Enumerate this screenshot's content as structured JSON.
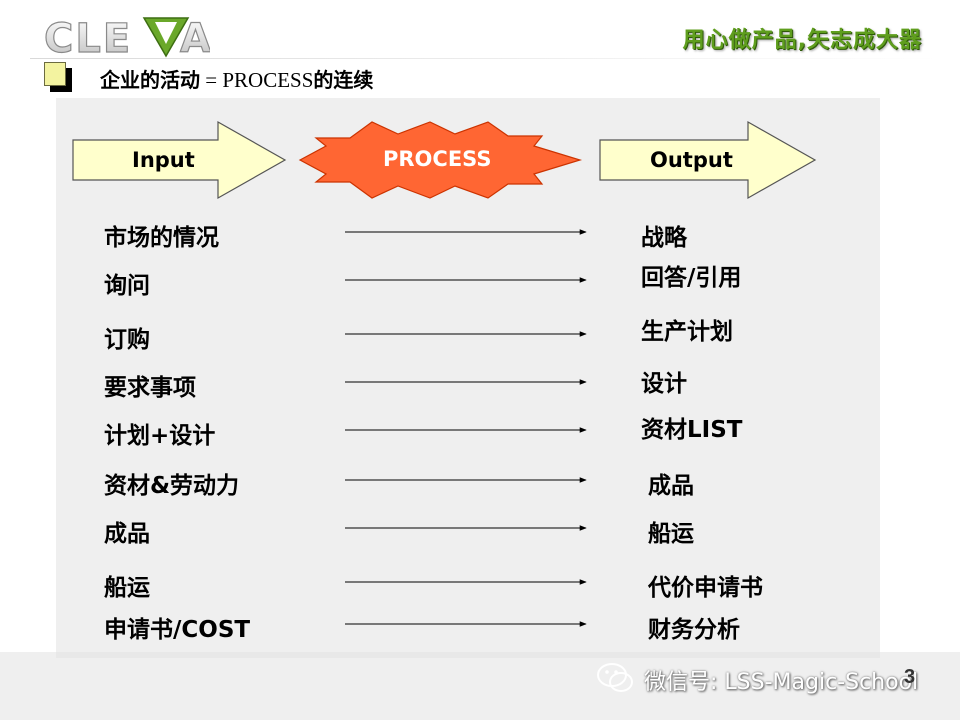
{
  "header": {
    "logo_text": "CLEVA",
    "slogan": "用心做产品,矢志成大器"
  },
  "slide": {
    "title_prefix": "企业的活动",
    "title_eq": " = PROCESS",
    "title_suffix": "的连续"
  },
  "diagram": {
    "input_label": "Input",
    "process_label": "PROCESS",
    "output_label": "Output",
    "inputs": [
      "市场的情况",
      "询问",
      "订购",
      "要求事项",
      "计划+设计",
      "资材&劳动力",
      "成品",
      "船运",
      "申请书/COST"
    ],
    "outputs": [
      "战略",
      "回答/引用",
      "生产计划",
      "设计",
      "资材LIST",
      "成品",
      "船运",
      "代价申请书",
      "财务分析"
    ]
  },
  "footer": {
    "watermark": "微信号: LSS-Magic-School",
    "page_number": "3"
  },
  "colors": {
    "arrow_fill": "#ffffcc",
    "burst_fill": "#ff6633",
    "slogan": "#5f9e1e",
    "panel": "#efefef"
  }
}
